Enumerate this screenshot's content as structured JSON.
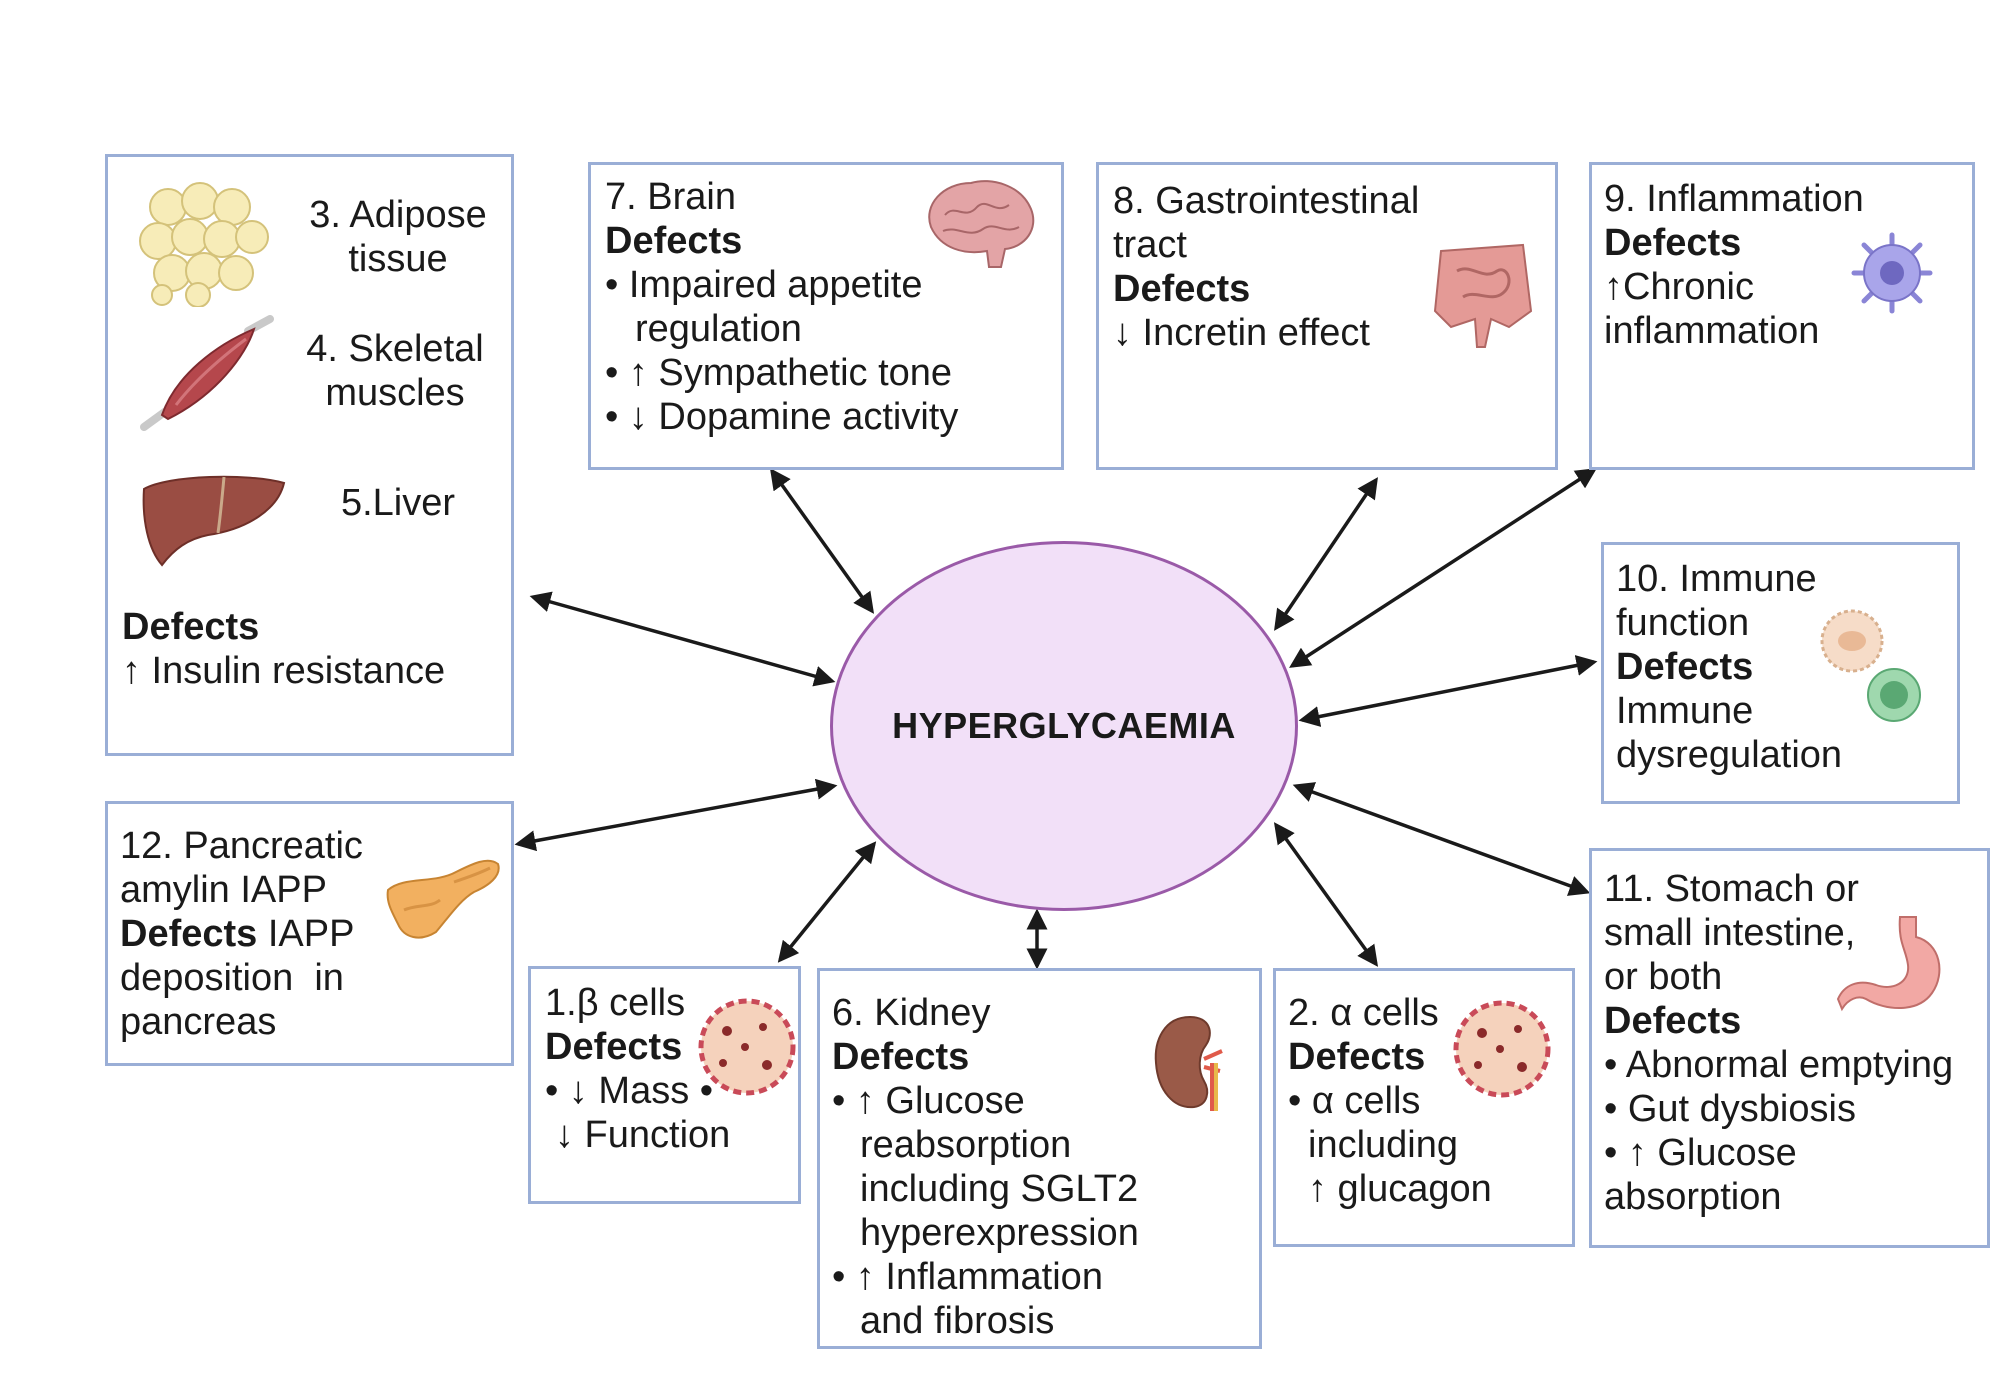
{
  "center": {
    "label": "HYPERGLYCAEMIA"
  },
  "adipose": {
    "title1": "3. Adipose",
    "title2": "tissue",
    "muscle1": "4. Skeletal",
    "muscle2": "muscles",
    "liver": "5.Liver",
    "defects": "Defects",
    "line1": "↑ Insulin resistance"
  },
  "brain": {
    "title": "7. Brain",
    "defects": "Defects",
    "line1": "• Impaired appetite",
    "line2": "regulation",
    "line3": "• ↑ Sympathetic tone",
    "line4": "• ↓ Dopamine activity"
  },
  "gi": {
    "title1": "8.  Gastrointestinal",
    "title2": "tract",
    "defects": "Defects",
    "line1": "↓ Incretin effect"
  },
  "inflammation": {
    "title": "9. Inflammation",
    "defects": "Defects",
    "line1": "↑Chronic",
    "line2": "inflammation"
  },
  "immune": {
    "title1": "10. Immune",
    "title2": "function",
    "defects": "Defects",
    "line1": "Immune",
    "line2": "dysregulation"
  },
  "stomach": {
    "title1": "11. Stomach or",
    "title2": "small intestine,",
    "title3": "or both",
    "defects": "Defects",
    "line1": "• Abnormal emptying",
    "line2": "• Gut dysbiosis",
    "line3": "• ↑ Glucose",
    "line4": "absorption"
  },
  "amylin": {
    "title1": "12. Pancreatic",
    "title2": "amylin IAPP",
    "defects": "Defects",
    "line1": " IAPP",
    "line2": "deposition  in",
    "line3": "pancreas"
  },
  "beta": {
    "title": "1.β cells",
    "defects": "Defects",
    "line1": "• ↓ Mass •",
    "line2": "↓ Function"
  },
  "kidney": {
    "title": "6. Kidney",
    "defects": "Defects",
    "line1": "• ↑ Glucose",
    "line2": "reabsorption",
    "line3": "including SGLT2",
    "line4": "hyperexpression",
    "line5": "• ↑ Inflammation",
    "line6": "and fibrosis"
  },
  "alpha": {
    "title": "2. α cells",
    "defects": "Defects",
    "line1": "• α cells",
    "line2": "including",
    "line3": "↑ glucagon"
  },
  "colors": {
    "box_border": "#9aaed6",
    "center_fill": "#f2e0f8",
    "center_border": "#9a5aa8"
  }
}
